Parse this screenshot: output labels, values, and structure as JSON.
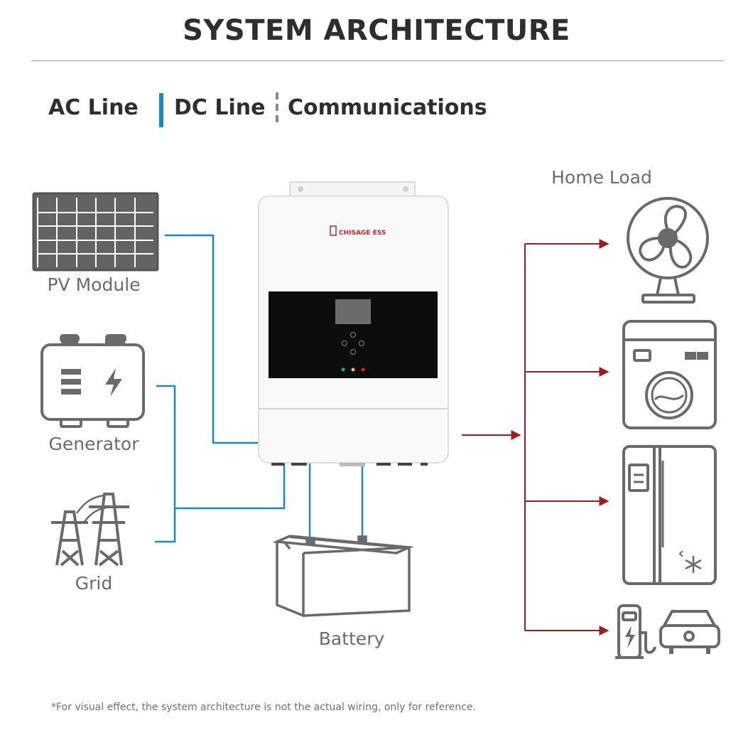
{
  "header": {
    "title": "SYSTEM ARCHITECTURE"
  },
  "legend": {
    "ac_line": "AC Line",
    "dc_line": "DC Line",
    "communications": "Communications"
  },
  "components": {
    "pv_module": "PV Module",
    "generator": "Generator",
    "grid": "Grid",
    "battery": "Battery",
    "home_load": "Home Load"
  },
  "inverter": {
    "brand": "CHISAGE ESS"
  },
  "colors": {
    "dc_line": "#1d87c3",
    "ac_line": "#9b1b26",
    "icon_gray": "#666666"
  },
  "footnote": "*For visual effect, the system architecture is not the actual wiring, only for reference."
}
